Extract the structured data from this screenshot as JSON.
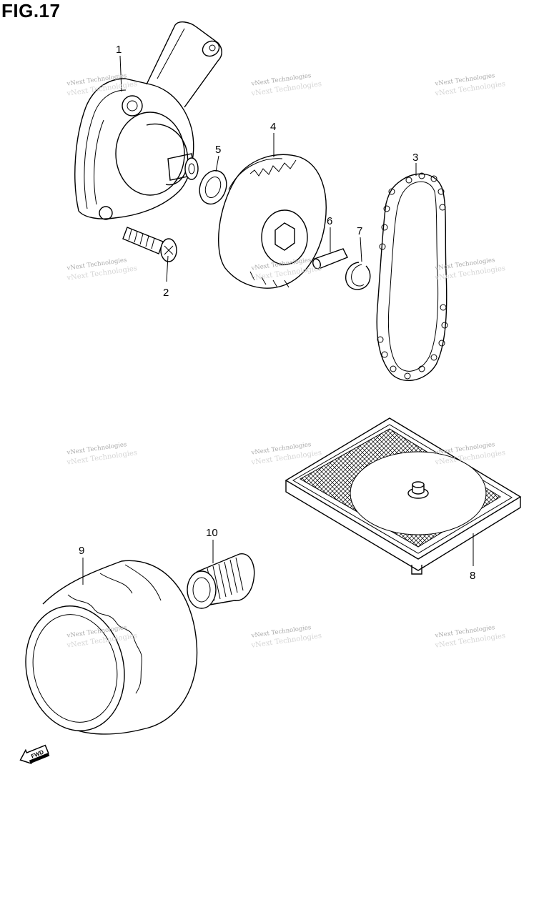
{
  "figure": {
    "title": "FIG.17"
  },
  "callouts": [
    {
      "label": "1"
    },
    {
      "label": "2"
    },
    {
      "label": "3"
    },
    {
      "label": "4"
    },
    {
      "label": "5"
    },
    {
      "label": "6"
    },
    {
      "label": "7"
    },
    {
      "label": "8"
    },
    {
      "label": "9"
    },
    {
      "label": "10"
    }
  ],
  "watermark": {
    "text": "vNext Technologies"
  },
  "direction_badge": {
    "text": "FWD"
  }
}
